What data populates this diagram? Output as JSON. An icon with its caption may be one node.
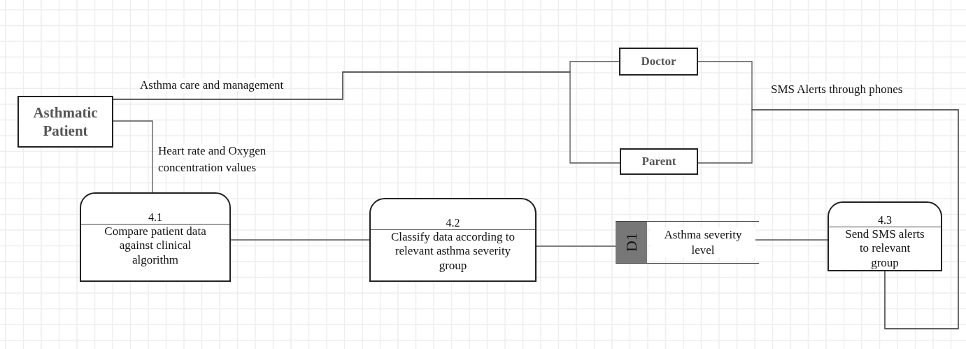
{
  "diagram": {
    "nodes": [
      {
        "text": [
          "Asthmatic Patient"
        ]
      },
      {
        "text": [
          "Doctor"
        ]
      },
      {
        "text": [
          "Parent"
        ]
      },
      {
        "text": [
          "4.1",
          "Compare patient data against clinical algorithm"
        ]
      },
      {
        "text": [
          "4.2",
          "Classify data according to relevant asthma severity group"
        ]
      },
      {
        "text": [
          "D1",
          "Asthma severity level"
        ]
      },
      {
        "text": [
          "4.3",
          "Send SMS alerts to relevant group"
        ]
      }
    ],
    "edges": [
      {
        "from": 0,
        "to": 1,
        "arrow": "none",
        "label": "Asthma care and management"
      },
      {
        "from": 0,
        "to": 2,
        "arrow": "none"
      },
      {
        "from": 0,
        "to": 3,
        "arrow": "none",
        "label": "Heart rate and Oxygen concentration values"
      },
      {
        "from": 3,
        "to": 4,
        "arrow": "none"
      },
      {
        "from": 4,
        "to": 5,
        "arrow": "none"
      },
      {
        "from": 5,
        "to": 6,
        "arrow": "none"
      },
      {
        "from": 6,
        "to": 1,
        "arrow": "none",
        "label": "SMS Alerts through phones"
      },
      {
        "from": 6,
        "to": 2,
        "arrow": "none"
      }
    ]
  }
}
